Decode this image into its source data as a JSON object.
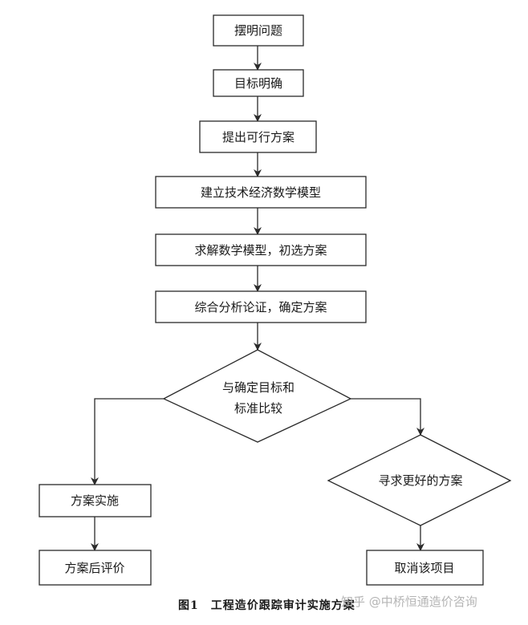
{
  "diagram": {
    "nodes": [
      {
        "id": "n1",
        "label": "摆明问题"
      },
      {
        "id": "n2",
        "label": "目标明确"
      },
      {
        "id": "n3",
        "label": "提出可行方案"
      },
      {
        "id": "n4",
        "label": "建立技术经济数学模型"
      },
      {
        "id": "n5",
        "label": "求解数学模型，初选方案"
      },
      {
        "id": "n6",
        "label": "综合分析论证，确定方案"
      },
      {
        "id": "d1",
        "label_lines": [
          "与确定目标和",
          "标准比较"
        ]
      },
      {
        "id": "n7",
        "label": "方案实施"
      },
      {
        "id": "n8",
        "label": "方案后评价"
      },
      {
        "id": "d2",
        "label": "寻求更好的方案"
      },
      {
        "id": "n9",
        "label": "取消该项目"
      }
    ]
  },
  "caption": "图1　工程造价跟踪审计实施方案",
  "watermark": "知乎 @中桥恒通造价咨询"
}
